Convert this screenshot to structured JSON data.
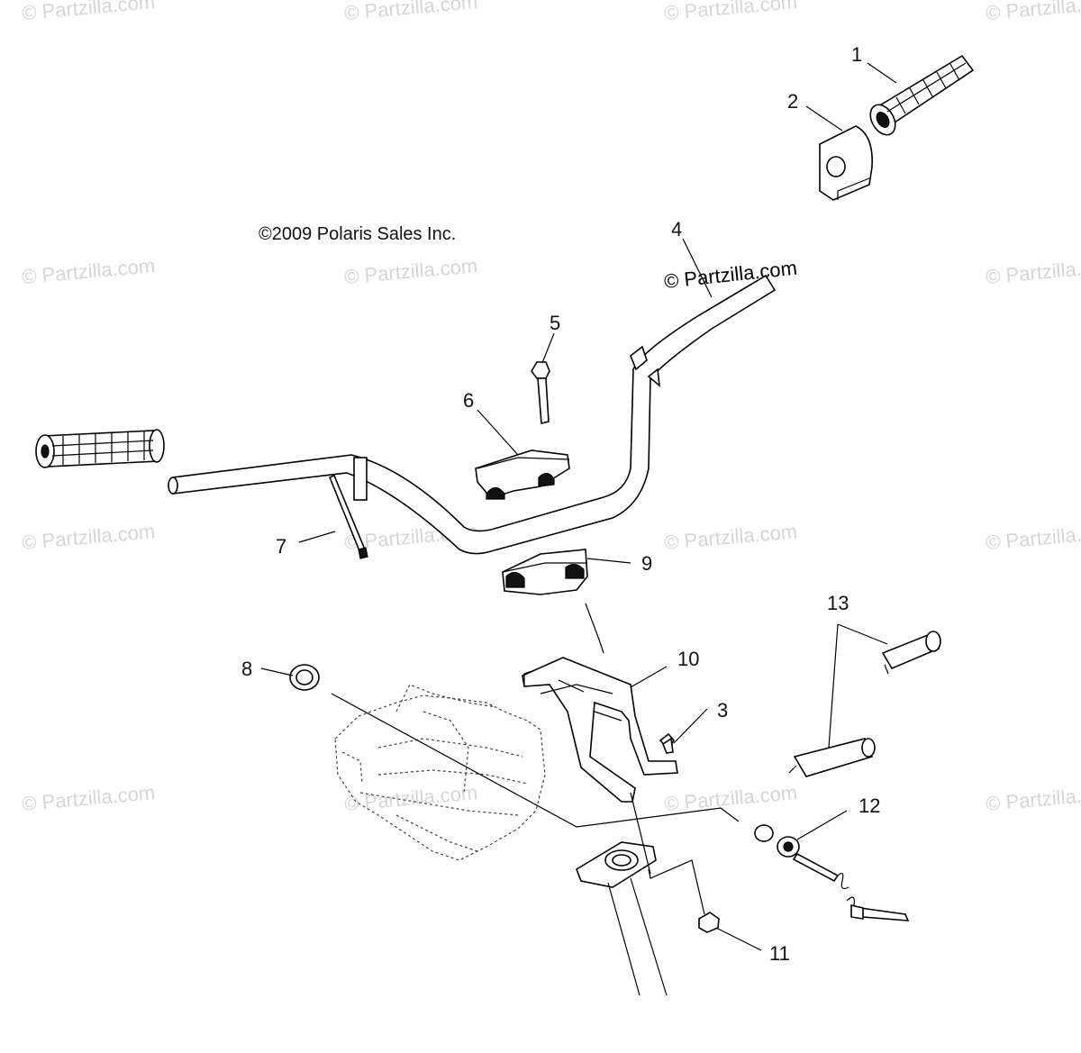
{
  "watermark": {
    "text": "© Partzilla.com",
    "main_text": "© Partzilla.com"
  },
  "copyright": "©2009 Polaris Sales Inc.",
  "callouts": {
    "c1": "1",
    "c2": "2",
    "c3": "3",
    "c4": "4",
    "c5": "5",
    "c6": "6",
    "c7": "7",
    "c8": "8",
    "c9": "9",
    "c10": "10",
    "c11": "11",
    "c12": "12",
    "c13": "13"
  }
}
